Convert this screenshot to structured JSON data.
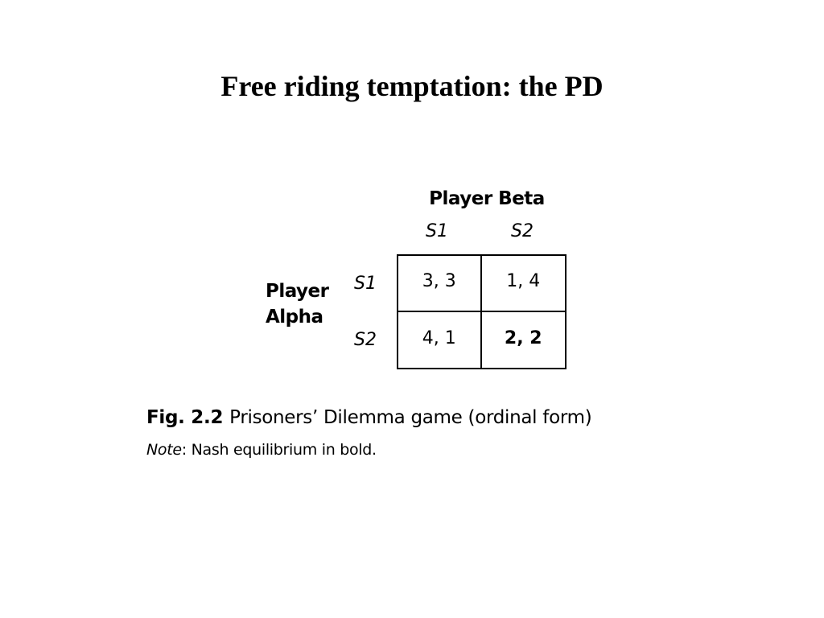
{
  "title": "Free riding temptation: the PD",
  "game": {
    "column_player": "Player Beta",
    "column_strategies": [
      "S1",
      "S2"
    ],
    "row_player_lines": [
      "Player",
      "Alpha"
    ],
    "row_strategies": [
      "S1",
      "S2"
    ],
    "payoffs": [
      [
        {
          "text": "3, 3",
          "bold": false
        },
        {
          "text": "1, 4",
          "bold": false
        }
      ],
      [
        {
          "text": "4, 1",
          "bold": false
        },
        {
          "text": "2, 2",
          "bold": true
        }
      ]
    ]
  },
  "caption": {
    "figure_number": "Fig. 2.2",
    "text": "Prisoners’ Dilemma game (ordinal form)"
  },
  "note": {
    "label": "Note",
    "text": ":  Nash equilibrium in bold."
  }
}
